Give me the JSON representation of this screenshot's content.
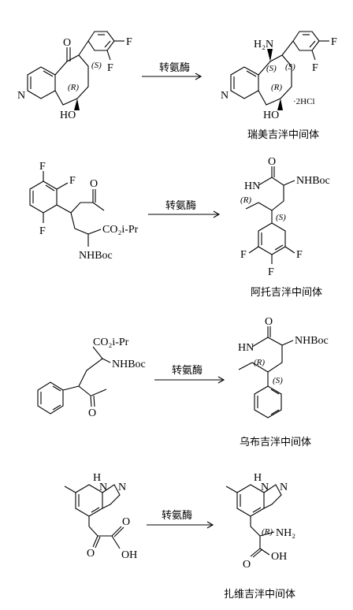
{
  "schemes": [
    {
      "arrow_label": "转氨酶",
      "product_caption": "瑞美吉泮中间体",
      "reactant_atoms": {
        "o": "O",
        "f1": "F",
        "f2": "F",
        "n": "N",
        "ho": "HO",
        "r": "(R)",
        "s": "(S)"
      },
      "product_atoms": {
        "h2n": "H₂N",
        "f1": "F",
        "f2": "F",
        "n": "N",
        "ho": "HO",
        "s1": "(S)",
        "s2": "(S)",
        "r": "(R)",
        "salt": "·2HCl"
      }
    },
    {
      "arrow_label": "转氨酶",
      "product_caption": "阿托吉泮中间体",
      "reactant_atoms": {
        "f1": "F",
        "f2": "F",
        "f3": "F",
        "o": "O",
        "ester": "CO₂i-Pr",
        "nhboc": "NHBoc"
      },
      "product_atoms": {
        "o": "O",
        "nh": "HN",
        "nhboc": "NHBoc",
        "r": "(R)",
        "s": "(S)",
        "f1": "F",
        "f2": "F",
        "f3": "F"
      }
    },
    {
      "arrow_label": "转氨酶",
      "product_caption": "乌布吉泮中间体",
      "reactant_atoms": {
        "ester": "CO₂i-Pr",
        "nhboc": "NHBoc",
        "o": "O"
      },
      "product_atoms": {
        "o": "O",
        "nh": "HN",
        "nhboc": "NHBoc",
        "r": "(R)",
        "s": "(S)"
      }
    },
    {
      "arrow_label": "转氨酶",
      "product_caption": "扎维吉泮中间体",
      "reactant_atoms": {
        "nh": "H",
        "n1": "N",
        "n2": "N",
        "o1": "O",
        "o2": "O",
        "oh": "OH"
      },
      "product_atoms": {
        "nh": "H",
        "n1": "N",
        "n2": "N",
        "r": "(R)",
        "nh2": "NH₂",
        "o": "O",
        "oh": "OH"
      }
    }
  ]
}
